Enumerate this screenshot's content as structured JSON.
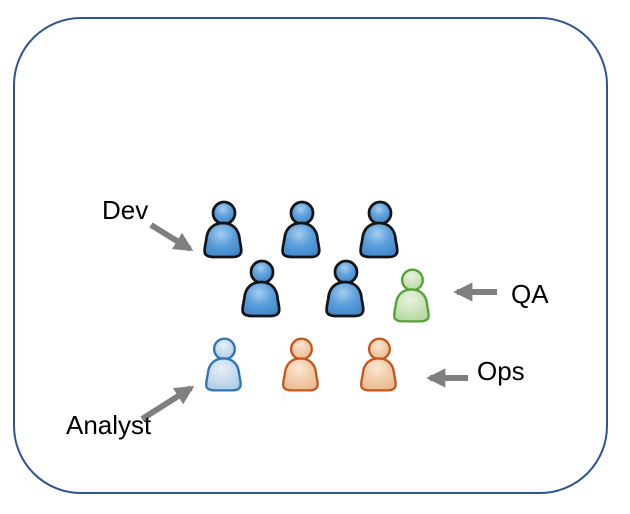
{
  "frame": {
    "border_color": "#2f5496"
  },
  "labels": {
    "dev": "Dev",
    "qa": "QA",
    "ops": "Ops",
    "analyst": "Analyst"
  },
  "arrow_color": "#7f7f7f",
  "groups": [
    {
      "role": "Dev",
      "icon": "person-icon",
      "count": 5,
      "fill": "#5b9fdc",
      "outline": "#141414"
    },
    {
      "role": "QA",
      "icon": "person-icon",
      "count": 1,
      "fill": "#cbe3bb",
      "outline": "#56a038"
    },
    {
      "role": "Analyst",
      "icon": "person-icon",
      "count": 1,
      "fill": "#c6dbee",
      "outline": "#2e75b6"
    },
    {
      "role": "Ops",
      "icon": "person-icon",
      "count": 2,
      "fill": "#f2cba8",
      "outline": "#c4581c"
    }
  ]
}
